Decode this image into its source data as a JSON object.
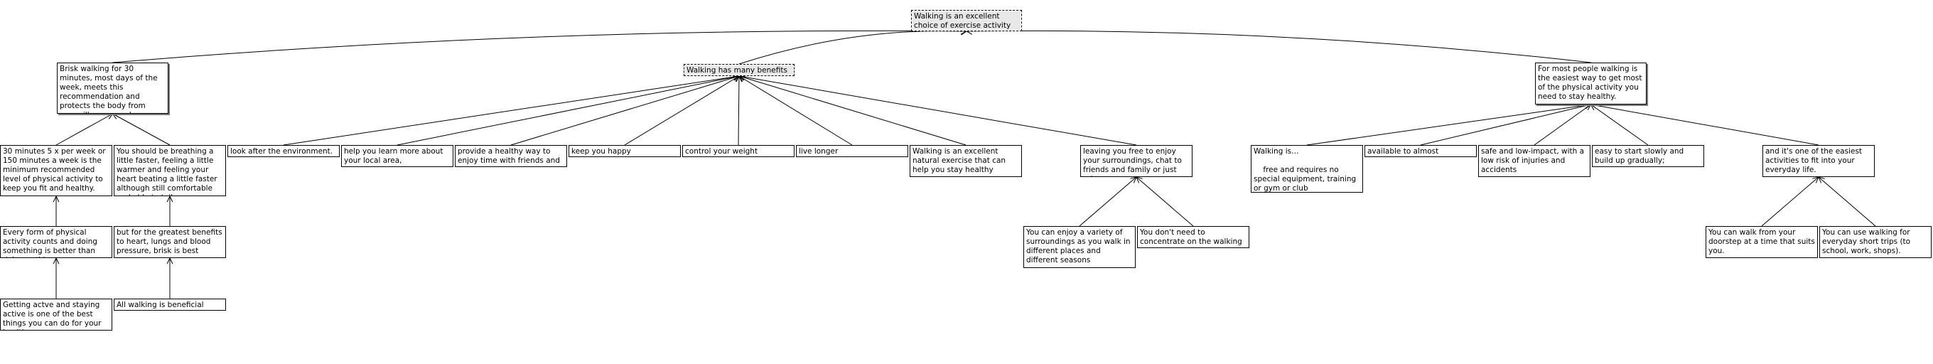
{
  "diagram": {
    "nodes": [
      {
        "id": "root",
        "text": "Walking is an excellent choice of exercise activity",
        "style": "dashed"
      },
      {
        "id": "brisk",
        "text": "Brisk walking for 30 minutes, most days of the week, meets this recommendation and protects the body from many illnesses and conditions.",
        "style": "shadow"
      },
      {
        "id": "benefits",
        "text": "Walking has many benefits",
        "style": "dashed"
      },
      {
        "id": "most",
        "text": "For most people walking is the easiest way to get most of the physical activity you need to stay healthy.",
        "style": "shadow"
      },
      {
        "id": "min30",
        "text": "30 minutes 5 x per week or 150 minutes a week is the minimum recommended level of physical activity to keep you fit and healthy.",
        "style": "plain"
      },
      {
        "id": "breathing",
        "text": "You should be breathing a little faster, feeling a little warmer and feeling your heart beating a little faster although still comfortable and able to talk",
        "style": "plain"
      },
      {
        "id": "everyform",
        "text": "Every form of physical activity counts and doing something is better than doing nothing.",
        "style": "plain"
      },
      {
        "id": "greatest",
        "text": "but for the greatest benefits to heart, lungs and blood pressure, brisk is best",
        "style": "plain"
      },
      {
        "id": "active",
        "text": "Getting actve and staying active is one of the best things you can do for your health.",
        "style": "plain"
      },
      {
        "id": "allwalking",
        "text": "All walking is beneficial",
        "style": "plain"
      },
      {
        "id": "env",
        "text": "look after the environment.",
        "style": "plain"
      },
      {
        "id": "learn",
        "text": "help you learn more about your local area,",
        "style": "plain"
      },
      {
        "id": "friends",
        "text": "provide a healthy way to enjoy time with friends and family",
        "style": "plain"
      },
      {
        "id": "happy",
        "text": "keep you happy",
        "style": "plain"
      },
      {
        "id": "weight",
        "text": "control your weight",
        "style": "plain"
      },
      {
        "id": "longer",
        "text": "live longer",
        "style": "plain"
      },
      {
        "id": "natural",
        "text": "Walking is an excellent natural exercise that can help you stay healthy",
        "style": "plain"
      },
      {
        "id": "free",
        "text": "leaving you free to enjoy your surroundings, chat to friends and family or just relax.",
        "style": "plain"
      },
      {
        "id": "variety",
        "text": "You can enjoy a variety of surroundings as you walk in different places and different seasons",
        "style": "plain"
      },
      {
        "id": "concentrate",
        "text": "You don't need to concentrate on the walking itself",
        "style": "plain"
      },
      {
        "id": "walkingis",
        "text": "Walking is…\n\n    free and requires no special equipment, training or gym or club memberships",
        "style": "plain"
      },
      {
        "id": "available",
        "text": "available to almost everyone .",
        "style": "plain"
      },
      {
        "id": "safe",
        "text": "safe and low-impact, with a low risk of injuries and accidents",
        "style": "plain"
      },
      {
        "id": "easy",
        "text": "easy to start slowly and build up gradually;",
        "style": "plain"
      },
      {
        "id": "fit",
        "text": "and it's one of the easiest activities to fit into your everyday life.",
        "style": "plain"
      },
      {
        "id": "doorstep",
        "text": "You can walk from your doorstep at a time that suits you.",
        "style": "plain"
      },
      {
        "id": "shorttrips",
        "text": "You can use walking for everyday short trips (to school, work, shops).",
        "style": "plain"
      }
    ],
    "edges": [
      {
        "from": "brisk",
        "to": "root"
      },
      {
        "from": "benefits",
        "to": "root"
      },
      {
        "from": "most",
        "to": "root"
      },
      {
        "from": "min30",
        "to": "brisk"
      },
      {
        "from": "breathing",
        "to": "brisk"
      },
      {
        "from": "everyform",
        "to": "min30"
      },
      {
        "from": "greatest",
        "to": "breathing"
      },
      {
        "from": "active",
        "to": "everyform"
      },
      {
        "from": "allwalking",
        "to": "greatest"
      },
      {
        "from": "env",
        "to": "benefits"
      },
      {
        "from": "learn",
        "to": "benefits"
      },
      {
        "from": "friends",
        "to": "benefits"
      },
      {
        "from": "happy",
        "to": "benefits"
      },
      {
        "from": "weight",
        "to": "benefits"
      },
      {
        "from": "longer",
        "to": "benefits"
      },
      {
        "from": "natural",
        "to": "benefits"
      },
      {
        "from": "free",
        "to": "benefits"
      },
      {
        "from": "variety",
        "to": "free"
      },
      {
        "from": "concentrate",
        "to": "free"
      },
      {
        "from": "walkingis",
        "to": "most"
      },
      {
        "from": "available",
        "to": "most"
      },
      {
        "from": "safe",
        "to": "most"
      },
      {
        "from": "easy",
        "to": "most"
      },
      {
        "from": "fit",
        "to": "most"
      },
      {
        "from": "doorstep",
        "to": "fit"
      },
      {
        "from": "shorttrips",
        "to": "fit"
      }
    ]
  }
}
